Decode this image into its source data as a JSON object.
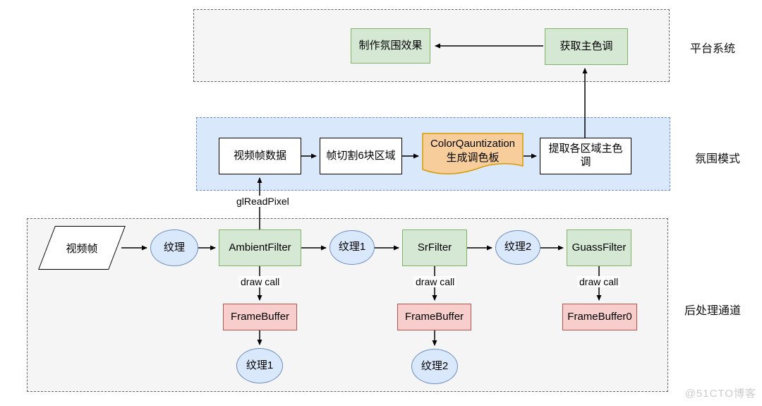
{
  "colors": {
    "region_gray_fill": "#f5f5f5",
    "region_gray_border": "#666666",
    "region_blue_fill": "#dae8fc",
    "region_blue_border": "#6c8ebf",
    "green_fill": "#d5e8d4",
    "green_border": "#82b366",
    "blue_fill": "#dae8fc",
    "blue_border": "#6c8ebf",
    "red_fill": "#f8cecc",
    "red_border": "#b85450",
    "orange_fill": "#f8cd9c",
    "orange_border": "#d79b00"
  },
  "regions": {
    "platform": "平台系统",
    "ambient_mode": "氛围模式",
    "post_process": "后处理通道"
  },
  "platform": {
    "make_ambient_effect": "制作氛围效果",
    "get_main_color": "获取主色调"
  },
  "ambient": {
    "video_frame_data": "视频帧数据",
    "frame_split_6": "帧切割6块区域",
    "color_quantization_en": "ColorQauntization",
    "color_quantization_cn": "生成调色板",
    "extract_region_main_color": "提取各区域主色调"
  },
  "post": {
    "video_frame": "视频帧",
    "texture0": "纹理",
    "ambient_filter": "AmbientFilter",
    "texture1": "纹理1",
    "sr_filter": "SrFilter",
    "texture2": "纹理2",
    "guass_filter": "GuassFilter",
    "framebuffer_a": "FrameBuffer",
    "framebuffer_b": "FrameBuffer",
    "framebuffer_0": "FrameBuffer0",
    "texture1_out": "纹理1",
    "texture2_out": "纹理2"
  },
  "edges": {
    "gl_read_pixel": "glReadPixel",
    "draw_call_a": "draw call",
    "draw_call_b": "draw call",
    "draw_call_c": "draw call"
  },
  "watermark": "@51CTO博客"
}
